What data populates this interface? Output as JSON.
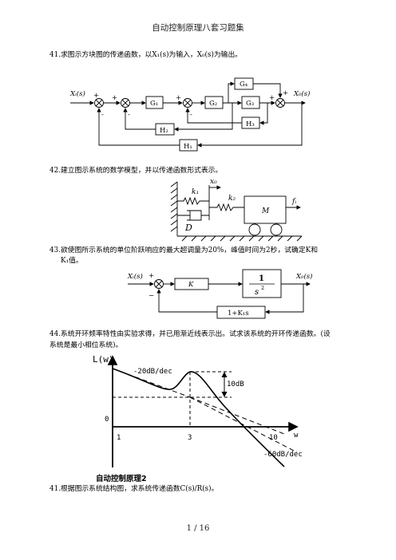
{
  "header": {
    "title": "自动控制原理八套习题集"
  },
  "questions": {
    "q41a": "41.求图示方块图的传递函数，以X₁(s)为输入，X₀(s)为输出。",
    "q42": "42.建立图示系统的数学模型，并以传递函数形式表示。",
    "q43_line1": "43.欲使图所示系统的单位阶跃响应的最大超调量为20%，峰值时间为2秒，试确定K和",
    "q43_line2": "K₁值。",
    "q44_line1": "44.系统开环频率特性由实验求得，并已用渐近线表示出。试求该系统的开环传递函数。(设",
    "q44_line2": "系统是最小相位系统)。",
    "q41b": "41.根据图示系统结构图，求系统传递函数C(s)/R(s)。"
  },
  "section_title": "自动控制原理2",
  "diagram1": {
    "input": "Xᵢ(s)",
    "output": "X₀(s)",
    "blocks": {
      "g1": "G₁",
      "g2": "G₂",
      "g3": "G₃",
      "g4": "G₄",
      "h1": "H₁",
      "h2": "H₂",
      "h3": "H₃"
    },
    "plus": "+",
    "minus": "-"
  },
  "diagram2": {
    "x0": "x₀",
    "k1": "k₁",
    "k2": "k₂",
    "mass": "M",
    "damper": "D",
    "force": "fᵢ"
  },
  "diagram3": {
    "input": "Xᵢ(s)",
    "output": "X₀(s)",
    "gain": "K",
    "plant_num": "1",
    "plant_den": "s",
    "plant_exp": "2",
    "feedback": "1+K₁s",
    "plus": "+",
    "minus": "−"
  },
  "bode": {
    "ylabel": "L(w)",
    "xlabel": "w",
    "slope1": "-20dB/dec",
    "slope2": "-60dB/dec",
    "peak": "10dB",
    "ticks": [
      "0",
      "1",
      "3",
      "10"
    ]
  },
  "footer": {
    "page": "1 / 16"
  }
}
